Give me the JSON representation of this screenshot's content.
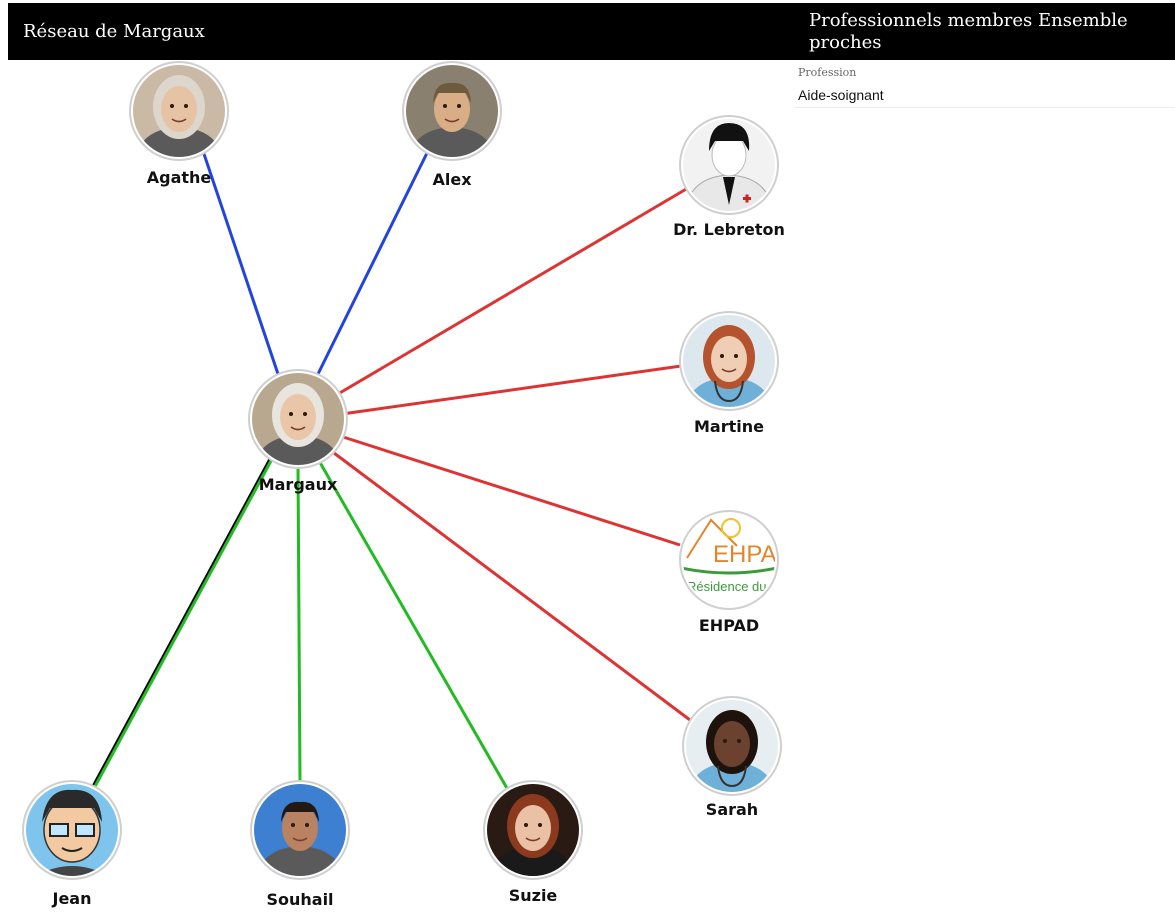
{
  "header": {
    "left_title": "Réseau de Margaux",
    "right_title": "Professionnels membres Ensemble proches"
  },
  "detail": {
    "field_label": "Profession",
    "field_value": "Aide-soignant"
  },
  "colors": {
    "family": "#2244dd",
    "professional": "#dd3333",
    "friend": "#22bb22",
    "black_link": "#000000"
  },
  "network": {
    "center": {
      "id": "margaux",
      "label": "Margaux",
      "avatar": "elderly-woman-avatar",
      "skin": "#e9c6a8",
      "bg": "#b8a890",
      "hair": "#e8e4de"
    },
    "nodes": [
      {
        "id": "agathe",
        "label": "Agathe",
        "link": "family",
        "avatar": "elderly-woman-avatar",
        "skin": "#e6c3a5",
        "bg": "#c9b9a5",
        "hair": "#dcd6cc"
      },
      {
        "id": "alex",
        "label": "Alex",
        "link": "family",
        "avatar": "young-man-avatar",
        "skin": "#d9ad86",
        "bg": "#8a8070",
        "hair": "#6e5a3c"
      },
      {
        "id": "dr-lebreton",
        "label": "Dr. Lebreton",
        "link": "professional",
        "avatar": "doctor-avatar",
        "skin": "#ffffff",
        "bg": "#f2f2f2",
        "hair": "#111111"
      },
      {
        "id": "martine",
        "label": "Martine",
        "link": "professional",
        "avatar": "nurse-avatar",
        "skin": "#f0cdb5",
        "bg": "#dde8ee",
        "hair": "#b4532d"
      },
      {
        "id": "ehpad",
        "label": "EHPAD",
        "link": "professional",
        "avatar": "ehpad-logo",
        "logo_text": "EHPA",
        "logo_subtext": "Résidence du"
      },
      {
        "id": "sarah",
        "label": "Sarah",
        "link": "professional",
        "avatar": "nurse-avatar",
        "skin": "#6b4230",
        "bg": "#e6eef2",
        "hair": "#1e130c"
      },
      {
        "id": "jean",
        "label": "Jean",
        "link": "friend",
        "second_link": "black_link",
        "avatar": "cartoon-man-avatar",
        "skin": "#f2c9a0",
        "bg": "#7fc4ec",
        "hair": "#2a2a2a"
      },
      {
        "id": "souhail",
        "label": "Souhail",
        "link": "friend",
        "avatar": "young-man-avatar",
        "skin": "#b98260",
        "bg": "#3d7fd1",
        "hair": "#231812"
      },
      {
        "id": "suzie",
        "label": "Suzie",
        "link": "friend",
        "avatar": "young-woman-avatar",
        "skin": "#eac1a4",
        "bg": "#2a1a14",
        "hair": "#8c3a1e"
      }
    ]
  }
}
